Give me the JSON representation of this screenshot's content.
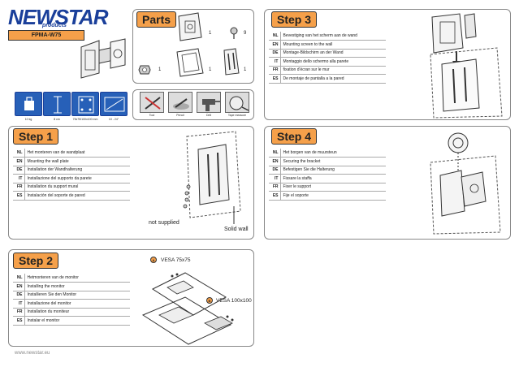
{
  "brand": {
    "name": "NEWSTAR",
    "sub": "products",
    "model": "FPMA-W75",
    "url": "www.newstar.eu"
  },
  "specs": [
    {
      "icon": "weight-icon",
      "label": "10 kg"
    },
    {
      "icon": "depth-icon",
      "label": "8 cm"
    },
    {
      "icon": "vesa-icon",
      "label": "75x75/100x100 mm"
    },
    {
      "icon": "screen-size-icon",
      "label": "10 - 24\""
    }
  ],
  "parts": {
    "title": "Parts",
    "quantities": [
      "1",
      "9",
      "1",
      "1",
      "1"
    ]
  },
  "tools": [
    {
      "icon": "tool-icon",
      "label": "Tool"
    },
    {
      "icon": "pencil-icon",
      "label": "Pencil"
    },
    {
      "icon": "drill-icon",
      "label": "Drill"
    },
    {
      "icon": "tape-measure-icon",
      "label": "Tape measure"
    }
  ],
  "step1": {
    "title": "Step 1",
    "rows": [
      {
        "code": "NL",
        "text": "Het monteren van de wandplaat"
      },
      {
        "code": "EN",
        "text": "Mounting the wall plate"
      },
      {
        "code": "DE",
        "text": "Installation der Wandhalterung"
      },
      {
        "code": "IT",
        "text": "Installazione del supporto da parete"
      },
      {
        "code": "FR",
        "text": "Installation du support mural"
      },
      {
        "code": "ES",
        "text": "Instalación del soporte de pared"
      }
    ],
    "note_left": "not supplied",
    "note_right": "Solid wall"
  },
  "step2": {
    "title": "Step 2",
    "rows": [
      {
        "code": "NL",
        "text": "Hetmonteren van de monitor"
      },
      {
        "code": "EN",
        "text": "Installing the monitor"
      },
      {
        "code": "DE",
        "text": "Installieren Sie den Monitor"
      },
      {
        "code": "IT",
        "text": "Installazione del monitor"
      },
      {
        "code": "FR",
        "text": "Installation du moniteur"
      },
      {
        "code": "ES",
        "text": "Instalar el monitor"
      }
    ],
    "vesa_a": "VESA 75x75",
    "vesa_b": "VESA 100x100",
    "marker_a": "A",
    "marker_b": "B"
  },
  "step3": {
    "title": "Step 3",
    "rows": [
      {
        "code": "NL",
        "text": "Bevestiging van het scherm aan de wand"
      },
      {
        "code": "EN",
        "text": "Mounting screen to the wall"
      },
      {
        "code": "DE",
        "text": "Montage-Bildschirm an der Wand"
      },
      {
        "code": "IT",
        "text": "Montaggio dello schermo alla parete"
      },
      {
        "code": "FR",
        "text": "fixation d'écran sur le mur"
      },
      {
        "code": "ES",
        "text": "De montaje de pantalla a la pared"
      }
    ]
  },
  "step4": {
    "title": "Step 4",
    "rows": [
      {
        "code": "NL",
        "text": "Het borgen van de muursteun"
      },
      {
        "code": "EN",
        "text": "Securing the bracket"
      },
      {
        "code": "DE",
        "text": "Befestigen Sie die Halterung"
      },
      {
        "code": "IT",
        "text": "Fissare la staffa"
      },
      {
        "code": "FR",
        "text": "Fixer le support"
      },
      {
        "code": "ES",
        "text": "Fije el soporte"
      }
    ]
  }
}
